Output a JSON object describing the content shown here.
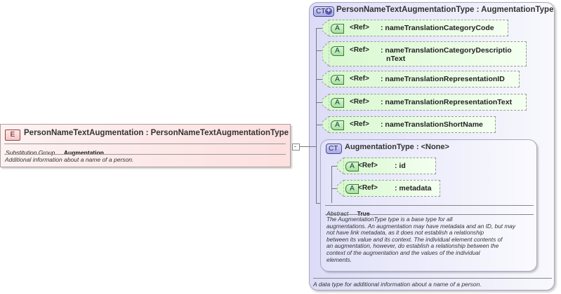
{
  "element": {
    "badge": "E",
    "title": "PersonNameTextAugmentation : PersonNameTextAugmentationType",
    "properties": [
      {
        "label": "Substitution Group",
        "value": "Augmentation"
      }
    ],
    "description": "Additional information about a name of a person."
  },
  "complex_type": {
    "badge": "CT",
    "badge_icon": "plus-icon",
    "title": "PersonNameTextAugmentationType : AugmentationType",
    "attributes": [
      {
        "badge": "A",
        "ref": "<Ref>",
        "name": ": nameTranslationCategoryCode"
      },
      {
        "badge": "A",
        "ref": "<Ref>",
        "name_line1": ": nameTranslationCategoryDescriptio",
        "name_line2": "nText"
      },
      {
        "badge": "A",
        "ref": "<Ref>",
        "name": ": nameTranslationRepresentationID"
      },
      {
        "badge": "A",
        "ref": "<Ref>",
        "name": ": nameTranslationRepresentationText"
      },
      {
        "badge": "A",
        "ref": "<Ref>",
        "name": ": nameTranslationShortName"
      }
    ],
    "base_type": {
      "badge": "CT",
      "title": "AugmentationType : <None>",
      "attributes": [
        {
          "badge": "A",
          "ref": "<Ref>",
          "name": ": id"
        },
        {
          "badge": "A",
          "ref": "<Ref>",
          "name": ": metadata"
        }
      ],
      "properties": [
        {
          "label": "Abstract",
          "value": "True"
        }
      ],
      "description_lines": [
        "The AugmentationType type is a base type for all",
        "augmentations. An augmentation may have metadata and an ID, but may",
        "not have link metadata, as it does not establish a relationship",
        "between its value and its context. The individual element contents of",
        "an augmentation, however, do establish a relationship between the",
        "context of the augmentation and the values of the individual",
        "elements."
      ]
    },
    "description": "A data type for additional information about a name of a person."
  }
}
